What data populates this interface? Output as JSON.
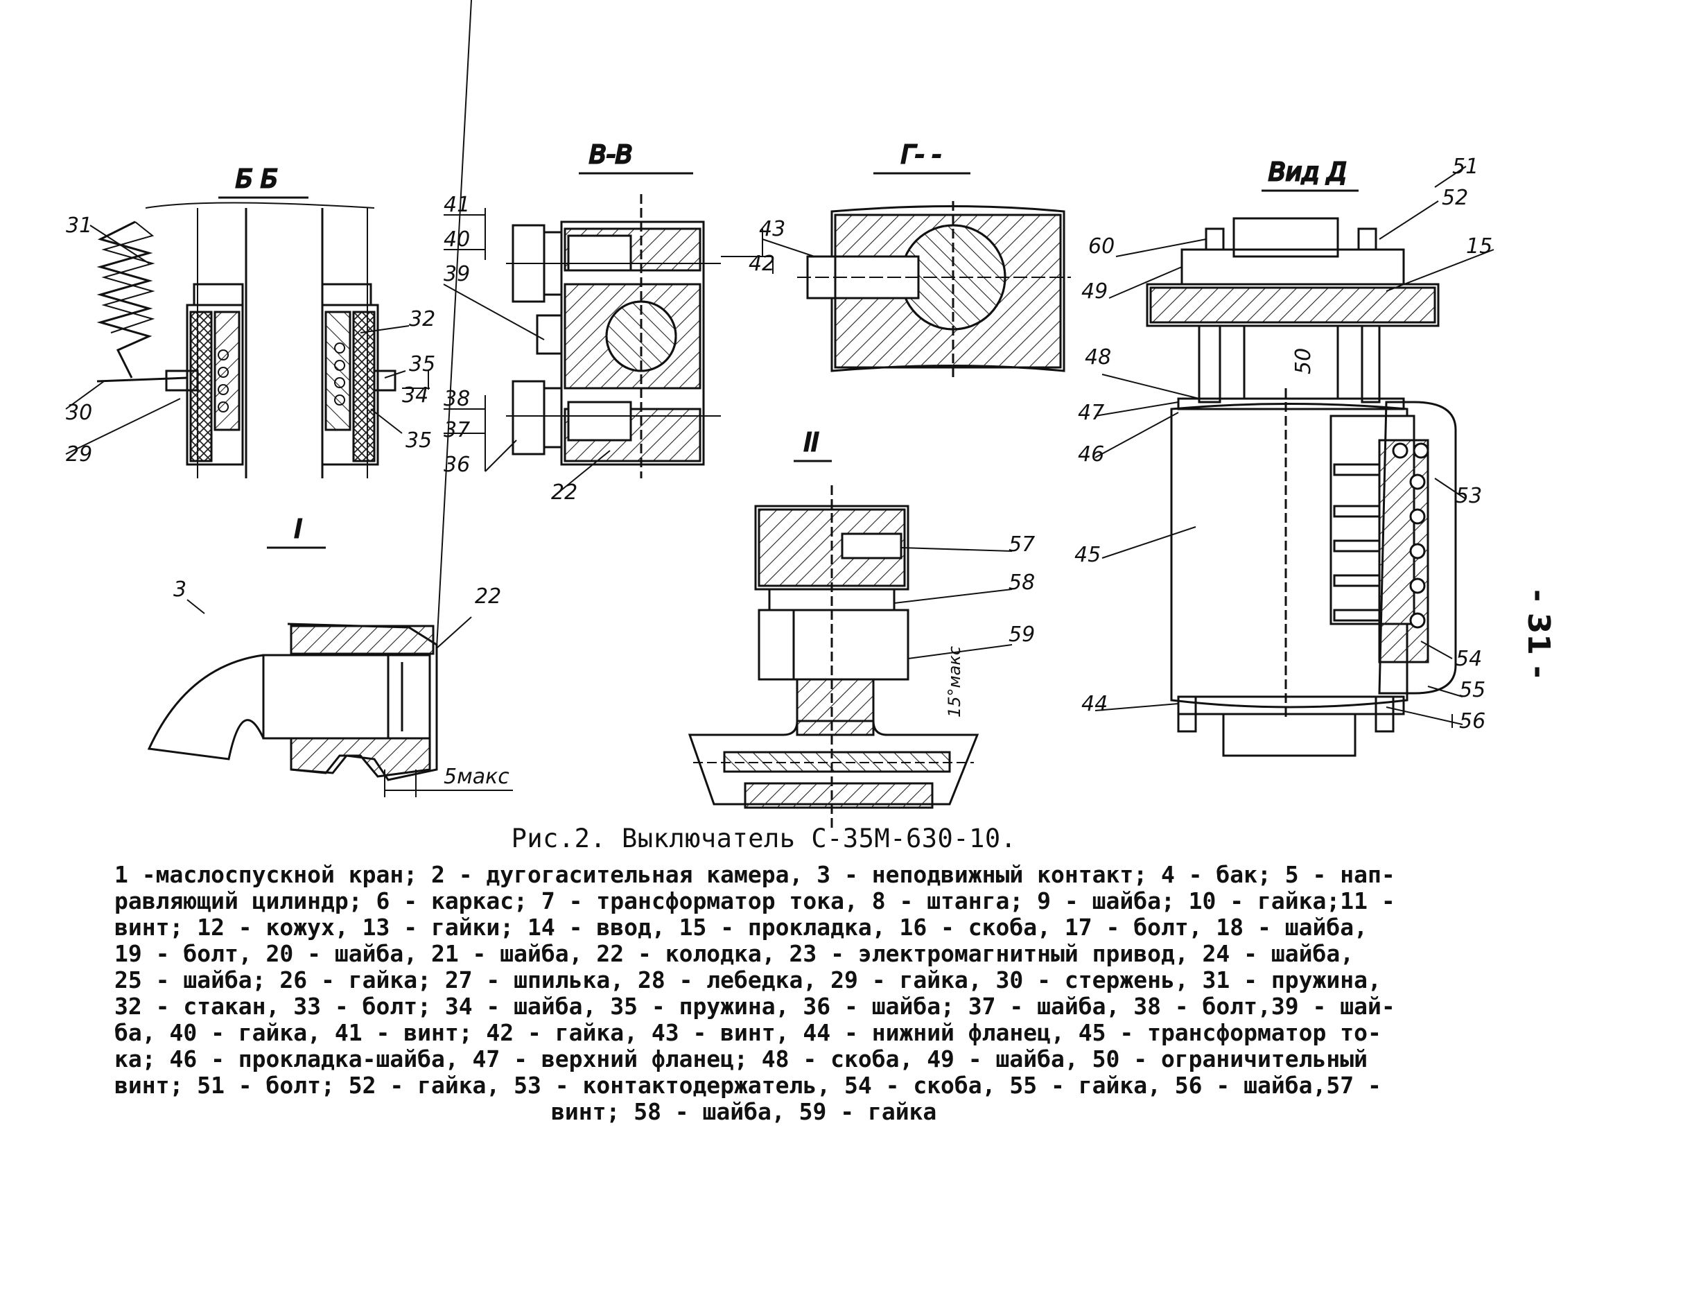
{
  "sections": {
    "bb_title": "Б Б",
    "vv_title": "В-В",
    "gg_title": "Г- -",
    "vid_title": "Вид Д",
    "detail1_title": "I",
    "detail2_title": "II"
  },
  "callouts": {
    "c31": "31",
    "c30": "30",
    "c29": "29",
    "c32": "32",
    "c35a": "35",
    "c34": "34",
    "c35b": "35",
    "c41": "41",
    "c40": "40",
    "c39": "39",
    "c42": "42",
    "c38": "38",
    "c37": "37",
    "c36": "36",
    "c22a": "22",
    "c43": "43",
    "c51": "51",
    "c52": "52",
    "c60": "60",
    "c15": "15",
    "c49": "49",
    "c48": "48",
    "c47": "47",
    "c46": "46",
    "c50": "50",
    "c53": "53",
    "c45": "45",
    "c54": "54",
    "c55": "55",
    "c56": "56",
    "c44": "44",
    "c3": "3",
    "c22b": "22",
    "dim_5": "5макс",
    "c57": "57",
    "c58": "58",
    "c59": "59",
    "dim_15": "15°макс"
  },
  "page_number": "- 31 -",
  "caption": "Рис.2. Выключатель С-35М-630-10.",
  "legend_lines": [
    "1 -маслоспускной кран; 2 - дугогасительная камера, 3 - неподвижный контакт; 4 - бак; 5 - нап-",
    "равляющий цилиндр; 6 - каркас; 7 - трансформатор тока, 8 - штанга; 9 - шайба; 10 - гайка;11 -",
    "винт; 12 - кожух, 13 - гайки; 14 - ввод, 15 - прокладка, 16 - скоба, 17 - болт, 18 - шайба,",
    "19 - болт, 20 - шайба, 21 - шайба, 22 - колодка, 23 - электромагнитный привод, 24 - шайба,",
    "25 - шайба; 26 - гайка; 27 - шпилька, 28 - лебедка, 29 - гайка, 30 - стержень, 31 - пружина,",
    "32 - стакан, 33 - болт; 34 - шайба, 35 - пружина, 36 - шайба; 37 - шайба, 38 - болт,39 - шай-",
    "ба, 40 - гайка, 41 - винт; 42 - гайка, 43 - винт, 44 - нижний фланец, 45 - трансформатор то-",
    "ка; 46 - прокладка-шайба, 47 - верхний фланец; 48 - скоба, 49 - шайба, 50 - ограничительный",
    "винт; 51 - болт; 52 - гайка, 53 - контактодержатель, 54 - скоба, 55 - гайка, 56 - шайба,57 -",
    "винт; 58 - шайба, 59 - гайка"
  ]
}
